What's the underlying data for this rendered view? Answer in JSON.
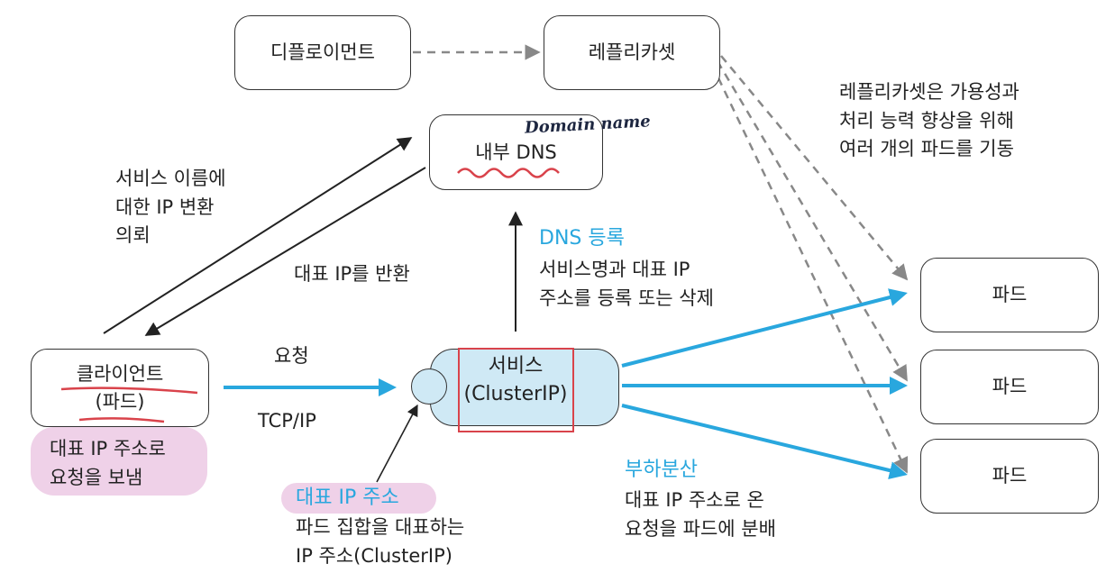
{
  "nodes": {
    "deployment": "디플로이먼트",
    "replicaset": "레플리카셋",
    "dns": "내부 DNS",
    "dns_note": "Domain name",
    "client": "클라이언트\n(파드)",
    "service": "서비스\n(ClusterIP)",
    "pods": [
      "파드",
      "파드",
      "파드"
    ]
  },
  "labels": {
    "replicaset_desc": "레플리카셋은 가용성과\n처리 능력 향상을 위해\n여러 개의 파드를 기동",
    "dns_query": "서비스 이름에\n대한 IP 변환\n의뢰",
    "dns_reply": "대표 IP를 반환",
    "dns_register_title": "DNS 등록",
    "dns_register_desc": "서비스명과 대표 IP\n주소를 등록 또는 삭제",
    "request": "요청",
    "protocol": "TCP/IP",
    "client_desc": "대표 IP 주소로\n요청을 보냄",
    "vip_title": "대표 IP 주소",
    "vip_desc": "파드 집합을 대표하는\nIP 주소(ClusterIP)",
    "lb_title": "부하분산",
    "lb_desc": "대표 IP 주소로 온\n요청을 파드에 분배"
  },
  "colors": {
    "accent_blue": "#29a7de",
    "service_fill": "#cfe9f5",
    "highlight_red": "#d9434b",
    "highlight_pink": "#ecc9e4",
    "line_dark": "#222222",
    "dashed_gray": "#888888"
  }
}
